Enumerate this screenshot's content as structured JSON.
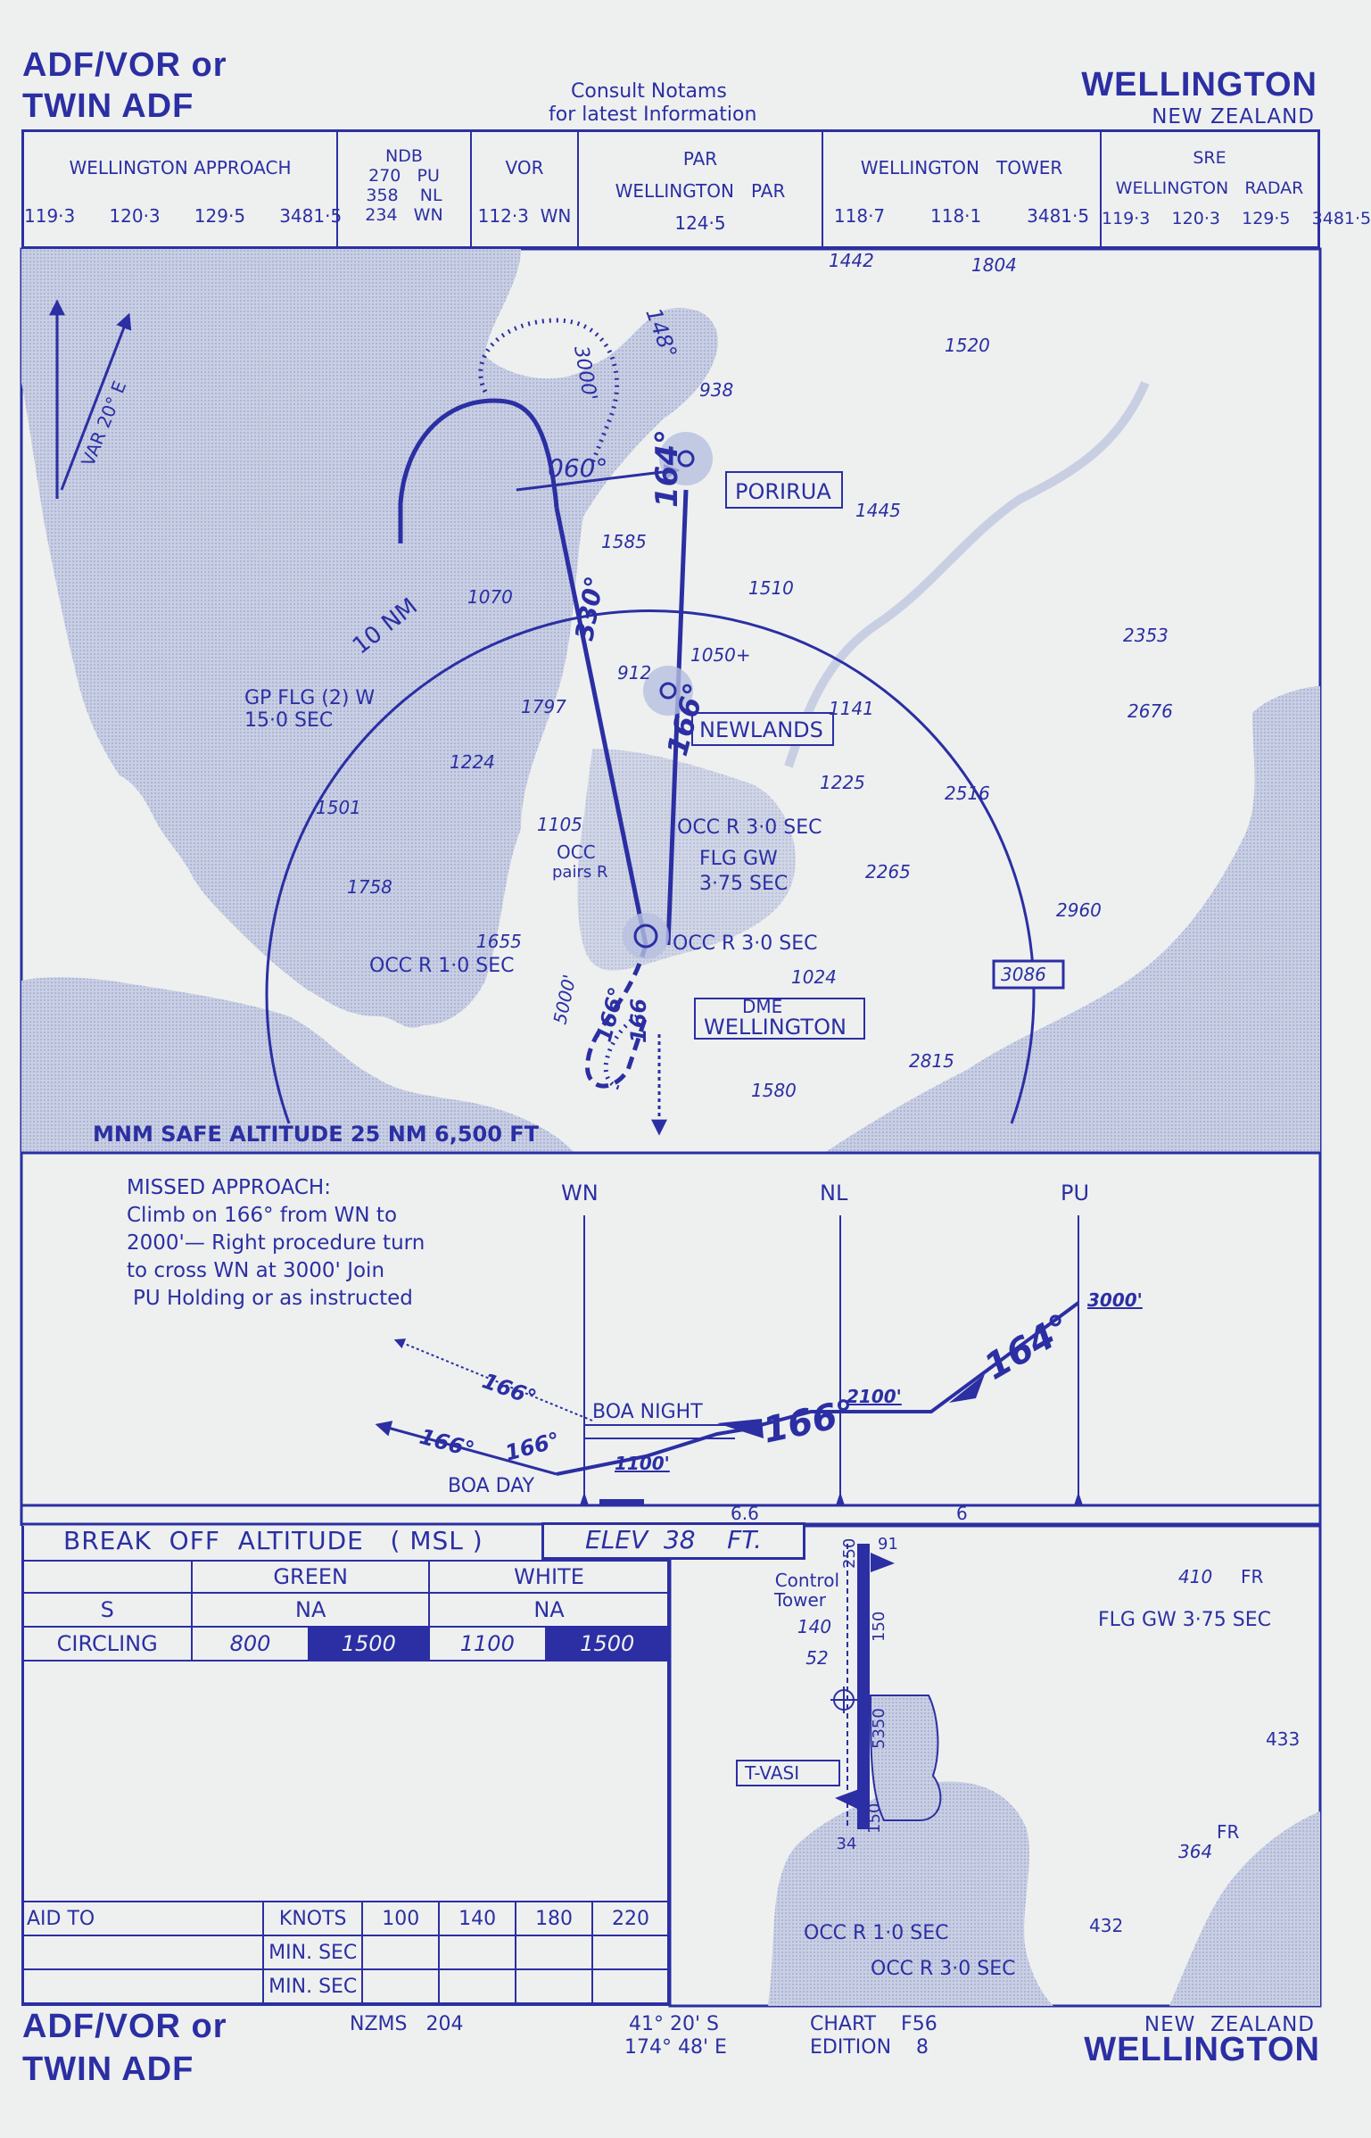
{
  "header": {
    "left_title_1": "ADF/VOR or",
    "left_title_2": "TWIN ADF",
    "notams_1": "Consult  Notams",
    "notams_2": "for  latest  Information",
    "right_title": "WELLINGTON",
    "right_country": "NEW  ZEALAND"
  },
  "freq": {
    "approach_name": "WELLINGTON    APPROACH",
    "approach_freqs": "119·3      120·3      129·5      3481·5",
    "ndb_name": "NDB",
    "ndb_1": "270   PU",
    "ndb_2": "358    NL",
    "ndb_3": "234   WN",
    "vor_name": "VOR",
    "vor_freq": "112·3  WN",
    "par_name_1": "PAR",
    "par_name_2": "WELLINGTON   PAR",
    "par_freq": "124·5",
    "tower_name": "WELLINGTON   TOWER",
    "tower_freqs": "118·7        118·1        3481·5",
    "sre_name_1": "SRE",
    "sre_name_2": "WELLINGTON   RADAR",
    "sre_freqs": "119·3    120·3    129·5    3481·5"
  },
  "map": {
    "var": "VAR  20° E",
    "ten_nm": "10  NM",
    "gp_flg_1": "GP FLG (2) W",
    "gp_flg_2": "15·0  SEC",
    "porirua": "PORIRUA",
    "newlands": "NEWLANDS",
    "dme": "DME",
    "wellington": "WELLINGTON",
    "occ_r3_1": "OCC  R  3·0  SEC",
    "flg_gw_1": "FLG  GW",
    "flg_gw_2": "3·75  SEC",
    "occ_pairs_1": "OCC",
    "occ_pairs_2": "pairs R",
    "occ_r3_2": "OCC  R  3·0  SEC",
    "occ_r1": "OCC  R  1·0  SEC",
    "mnm_safe": "MNM SAFE ALTITUDE 25 NM 6,500 FT",
    "hdg_060": "060°",
    "hdg_148": "148°",
    "hdg_3000": "3000'",
    "hdg_164": "164°",
    "hdg_330": "330°",
    "hdg_166a": "166°",
    "hdg_166b": "166°",
    "hdg_166c": "166",
    "hdg_5000": "5000'",
    "elevations": [
      {
        "v": "1442"
      },
      {
        "v": "1804"
      },
      {
        "v": "1520"
      },
      {
        "v": "938"
      },
      {
        "v": "1445"
      },
      {
        "v": "1585"
      },
      {
        "v": "1510"
      },
      {
        "v": "1070"
      },
      {
        "v": "1050+"
      },
      {
        "v": "912"
      },
      {
        "v": "1797"
      },
      {
        "v": "1141"
      },
      {
        "v": "2353"
      },
      {
        "v": "2676"
      },
      {
        "v": "1224"
      },
      {
        "v": "1225"
      },
      {
        "v": "2516"
      },
      {
        "v": "1501"
      },
      {
        "v": "1105"
      },
      {
        "v": "2265"
      },
      {
        "v": "1758"
      },
      {
        "v": "2960"
      },
      {
        "v": "1655"
      },
      {
        "v": "1024"
      },
      {
        "v": "3086"
      },
      {
        "v": "2815"
      },
      {
        "v": "1580"
      }
    ]
  },
  "profile": {
    "missed_1": "MISSED APPROACH:",
    "missed_2": "Climb on 166° from WN to",
    "missed_3": "2000'— Right procedure turn",
    "missed_4": "to cross WN at 3000'  Join",
    "missed_5": "PU   Holding or as instructed",
    "wn": "WN",
    "nl": "NL",
    "pu": "PU",
    "alt_3000": "3000'",
    "alt_2100": "2100'",
    "alt_1100": "1100'",
    "hdg_164": "164°",
    "hdg_166_main": "166°",
    "hdg_166_night": "166°",
    "hdg_166_day1": "166°",
    "hdg_166_day2": "166°",
    "boa_night": "BOA  NIGHT",
    "boa_day": "BOA DAY",
    "dist_66": "6.6",
    "dist_6": "6"
  },
  "minima": {
    "title": "BREAK  OFF  ALTITUDE   ( MSL )",
    "elev": "ELEV  38    FT.",
    "green": "GREEN",
    "white": "WHITE",
    "s": "S",
    "na_green": "NA",
    "na_white": "NA",
    "circling": "CIRCLING",
    "g_800": "800",
    "g_1500": "1500",
    "w_1100": "1100",
    "w_1500": "1500"
  },
  "timing": {
    "aid_to": "AID TO",
    "knots": "KNOTS",
    "min_sec_1": "MIN. SEC",
    "min_sec_2": "MIN. SEC",
    "speeds": [
      "100",
      "140",
      "180",
      "220"
    ]
  },
  "aerodrome": {
    "control_1": "Control",
    "control_2": "Tower",
    "tower_elev": "140",
    "e52": "52",
    "r250": "250",
    "r91": "91",
    "r150a": "150",
    "r5350": "5350",
    "r150b": "150",
    "r34": "34",
    "tvasi": "T-VASI",
    "fr410_1": "410",
    "fr410_2": "FR",
    "flg_gw": "FLG GW 3·75 SEC",
    "e433": "433",
    "fr364_1": "FR",
    "fr364_2": "364",
    "e432": "432",
    "occ_r1": "OCC R  1·0  SEC",
    "occ_r3": "OCC R 3·0  SEC"
  },
  "footer": {
    "left_1": "ADF/VOR or",
    "left_2": "TWIN ADF",
    "nzms": "NZMS   204",
    "lat": "41° 20' S",
    "lon": "174° 48' E",
    "chart": "CHART    F56",
    "edition": "EDITION    8",
    "country": "NEW  ZEALAND",
    "city": "WELLINGTON"
  }
}
